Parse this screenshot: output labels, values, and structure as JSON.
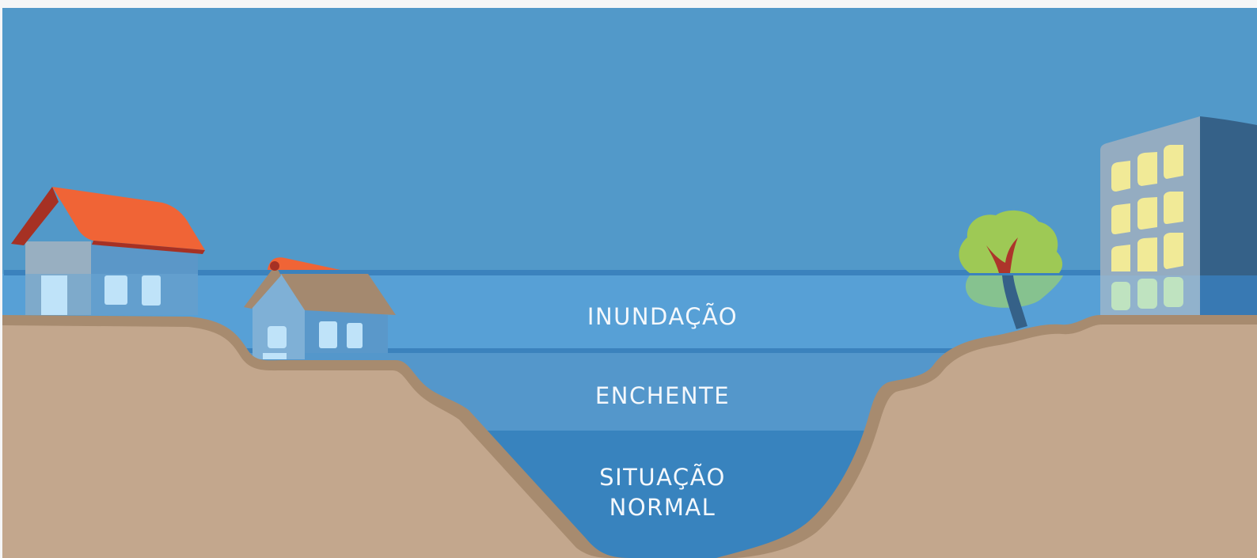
{
  "labels": {
    "flood_zone": "INUNDAÇÃO",
    "high_water_zone": "ENCHENTE",
    "normal_line1": "SITUAÇÃO",
    "normal_line2": "NORMAL"
  },
  "colors": {
    "sky": "#5299c9",
    "flood_water": "#57a0d6",
    "high_water": "#5497cb",
    "normal_water": "#3883be",
    "water_line": "#3b82bd",
    "ground": "#c3a78d",
    "ground_edge": "#a78b6f",
    "roof": "#f06436",
    "roof_shadow": "#a63124",
    "wall": "#98afc1",
    "window": "#bfe3f9",
    "building_front": "#94acc1",
    "building_side": "#356188",
    "building_window": "#f1ea97",
    "tree_foliage": "#9ec955",
    "tree_trunk": "#ad352b"
  },
  "icons": [
    "house-large-icon",
    "house-small-icon",
    "tree-icon",
    "building-icon"
  ]
}
